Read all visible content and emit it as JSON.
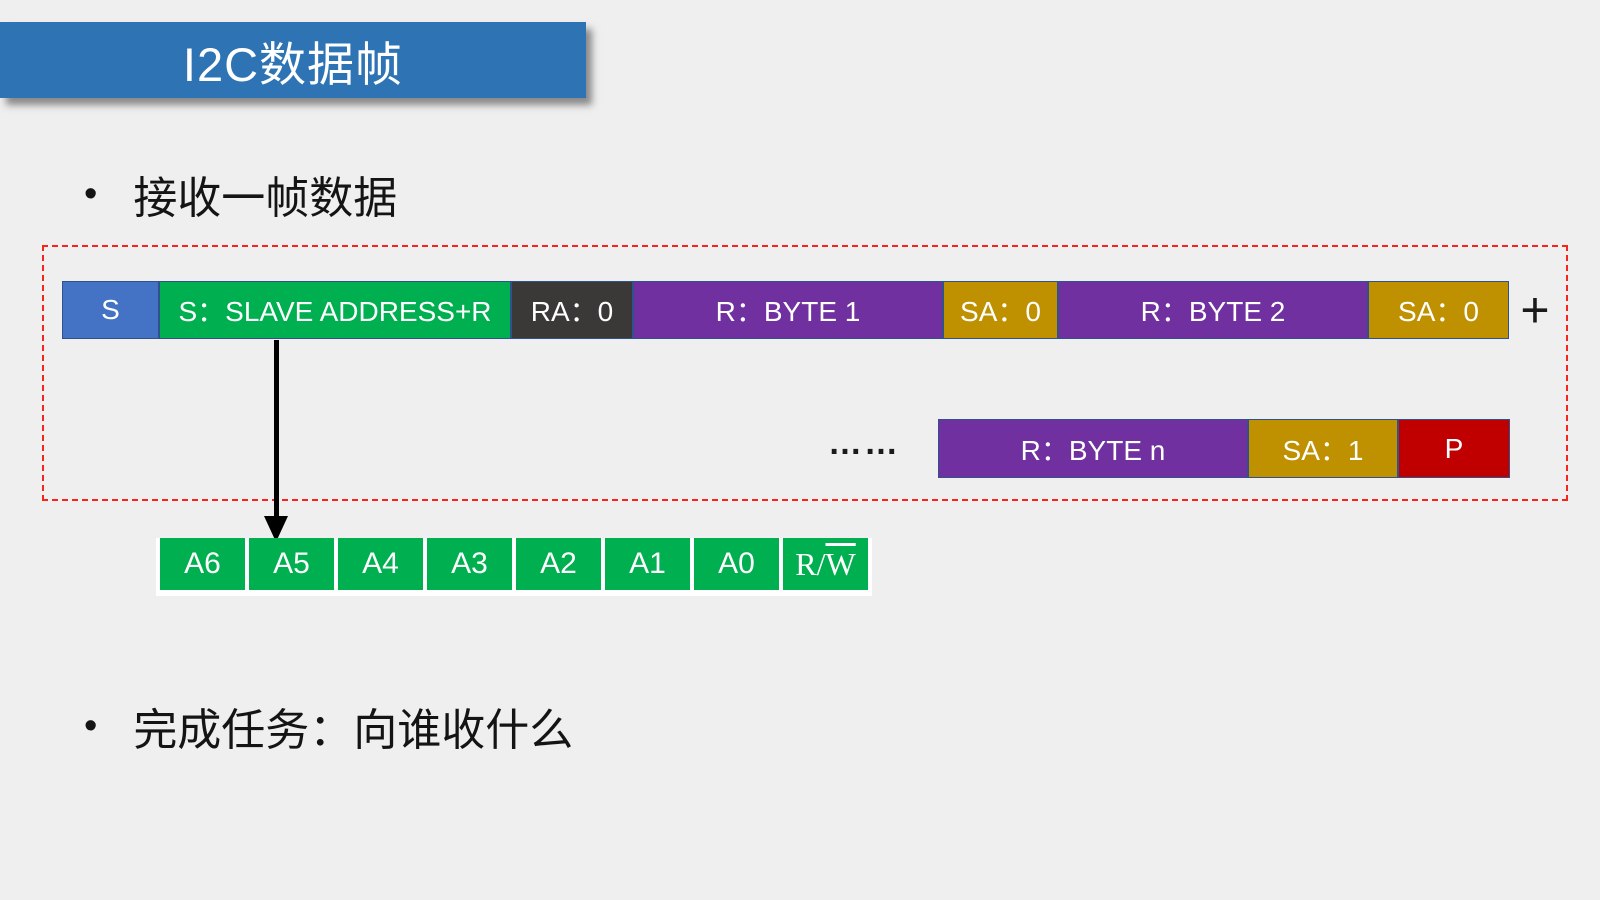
{
  "title": {
    "text": "I2C数据帧",
    "banner_color": "#2E74B5"
  },
  "bullets": [
    {
      "marker": "•",
      "text": "接收一帧数据"
    },
    {
      "marker": "•",
      "text": "完成任务：向谁收什么"
    }
  ],
  "frame": {
    "highlight_border_color": "#FA231B",
    "row1": {
      "cells": [
        {
          "label": "S",
          "color": "#4472C4"
        },
        {
          "label": "S：SLAVE ADDRESS+R",
          "color": "#00B050"
        },
        {
          "label": "RA：0",
          "color": "#3B3838"
        },
        {
          "label": "R：BYTE 1",
          "color": "#7030A0"
        },
        {
          "label": "SA：0",
          "color": "#BF9000"
        },
        {
          "label": "R：BYTE 2",
          "color": "#7030A0"
        },
        {
          "label": "SA：0",
          "color": "#BF9000"
        }
      ],
      "suffix": "+"
    },
    "row2": {
      "ellipsis": "……",
      "cells": [
        {
          "label": "R：BYTE n",
          "color": "#7030A0"
        },
        {
          "label": "SA：1",
          "color": "#BF9000"
        },
        {
          "label": "P",
          "color": "#C00000"
        }
      ]
    },
    "address_bits": {
      "cells": [
        "A6",
        "A5",
        "A4",
        "A3",
        "A2",
        "A1",
        "A0"
      ],
      "rw_prefix": "R/",
      "rw_overline": "W",
      "color": "#00B050"
    }
  }
}
